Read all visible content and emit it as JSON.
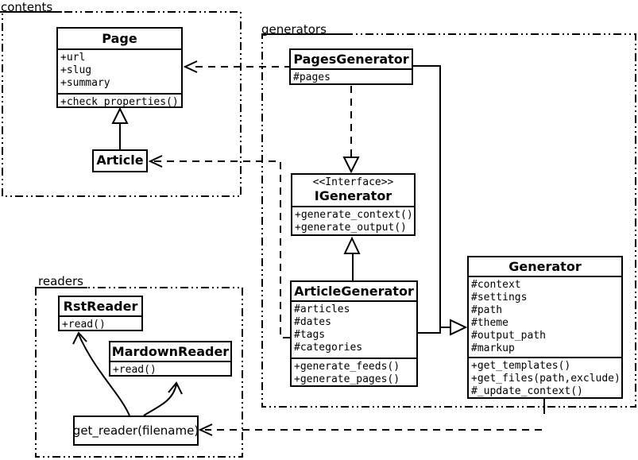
{
  "diagram": {
    "type": "uml-class-diagram",
    "background": "#ffffff",
    "line_color": "#000000"
  },
  "packages": {
    "contents": {
      "label": "contents"
    },
    "generators": {
      "label": "generators"
    },
    "readers": {
      "label": "readers"
    }
  },
  "classes": {
    "page": {
      "name": "Page",
      "attributes": [
        "+url",
        "+slug",
        "+summary"
      ],
      "methods": [
        "+check_properties()"
      ]
    },
    "article": {
      "name": "Article",
      "attributes": [],
      "methods": []
    },
    "pages_generator": {
      "name": "PagesGenerator",
      "attributes": [
        "#pages"
      ],
      "methods": []
    },
    "igenerator": {
      "stereotype": "<<Interface>>",
      "name": "IGenerator",
      "attributes": [],
      "methods": [
        "+generate_context()",
        "+generate_output()"
      ]
    },
    "article_generator": {
      "name": "ArticleGenerator",
      "attributes": [
        "#articles",
        "#dates",
        "#tags",
        "#categories"
      ],
      "methods": [
        "+generate_feeds()",
        "+generate_pages()"
      ]
    },
    "generator": {
      "name": "Generator",
      "attributes": [
        "#context",
        "#settings",
        "#path",
        "#theme",
        "#output_path",
        "#markup"
      ],
      "methods": [
        "+get_templates()",
        "+get_files(path,exclude)",
        "#_update_context()"
      ]
    },
    "rst_reader": {
      "name": "RstReader",
      "attributes": [],
      "methods": [
        "+read()"
      ]
    },
    "mardown_reader": {
      "name": "MardownReader",
      "attributes": [],
      "methods": [
        "+read()"
      ]
    },
    "get_reader": {
      "label": "get_reader(filename)"
    }
  },
  "relationships": [
    {
      "type": "inheritance",
      "from": "Article",
      "to": "Page"
    },
    {
      "type": "dependency",
      "from": "PagesGenerator",
      "to": "Page"
    },
    {
      "type": "dependency",
      "from": "ArticleGenerator",
      "to": "Article"
    },
    {
      "type": "realization",
      "from": "PagesGenerator",
      "to": "IGenerator"
    },
    {
      "type": "inheritance",
      "from": "ArticleGenerator",
      "to": "IGenerator"
    },
    {
      "type": "inheritance",
      "from": "PagesGenerator",
      "to": "Generator"
    },
    {
      "type": "inheritance",
      "from": "ArticleGenerator",
      "to": "Generator"
    },
    {
      "type": "dependency",
      "from": "Generator",
      "to": "get_reader(filename)"
    },
    {
      "type": "arrow",
      "from": "get_reader(filename)",
      "to": "RstReader"
    },
    {
      "type": "arrow",
      "from": "get_reader(filename)",
      "to": "MardownReader"
    }
  ]
}
